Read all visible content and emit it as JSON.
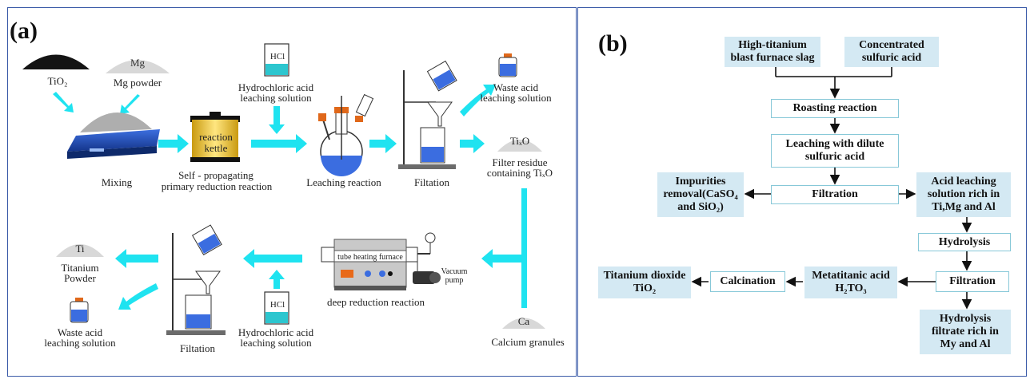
{
  "panel_a": {
    "label": "(a)",
    "tio2": "TiO₂",
    "mg": "Mg",
    "mg_powder": "Mg powder",
    "mixing": "Mixing",
    "reaction_kettle": "reaction kettle",
    "self_propagating": "Self - propagating",
    "primary_reduction": "primary reduction reaction",
    "hcl": "HCl",
    "hcl_solution_1": "Hydrochloric acid",
    "hcl_solution_2": "leaching solution",
    "leaching_reaction": "Leaching reaction",
    "filtation_top": "Filtation",
    "waste_acid_1": "Waste acid",
    "waste_acid_2": "leaching solution",
    "tixo": "TiₓO",
    "filter_residue_1": "Filter residue",
    "filter_residue_2": "containing TiₓO",
    "tube_furnace": "tube heating furnace",
    "vacuum_1": "Vacuum",
    "vacuum_2": "pump",
    "deep_reduction": "deep reduction reaction",
    "ca": "Ca",
    "calcium_granules": "Calcium granules",
    "hcl_b": "HCl",
    "hcl_solution_b1": "Hydrochloric acid",
    "hcl_solution_b2": "leaching solution",
    "filtation_bottom": "Filtation",
    "ti": "Ti",
    "titanium_1": "Titanium",
    "titanium_2": "Powder",
    "waste_acid_b1": "Waste acid",
    "waste_acid_b2": "leaching solution"
  },
  "panel_b": {
    "label": "(b)",
    "slag_1": "High-titanium",
    "slag_2": "blast furnace slag",
    "acid_1": "Concentrated",
    "acid_2": "sulfuric acid",
    "roasting": "Roasting reaction",
    "leaching_1": "Leaching with dilute",
    "leaching_2": "sulfuric acid",
    "filtration_1": "Filtration",
    "impurities_1": "Impurities",
    "impurities_2": "removal(CaSO₄",
    "impurities_3": "and SiO₂)",
    "acid_leach_1": "Acid leaching",
    "acid_leach_2": "solution rich in",
    "acid_leach_3": "Ti,Mg and Al",
    "hydrolysis": "Hydrolysis",
    "filtration_2": "Filtration",
    "metatitanic_1": "Metatitanic acid",
    "metatitanic_2": "H₂TO₃",
    "calcination": "Calcination",
    "tio2_1": "Titanium dioxide",
    "tio2_2": "TiO₂",
    "filtrate_1": "Hydrolysis",
    "filtrate_2": "filtrate rich in",
    "filtrate_3": "My and Al"
  }
}
